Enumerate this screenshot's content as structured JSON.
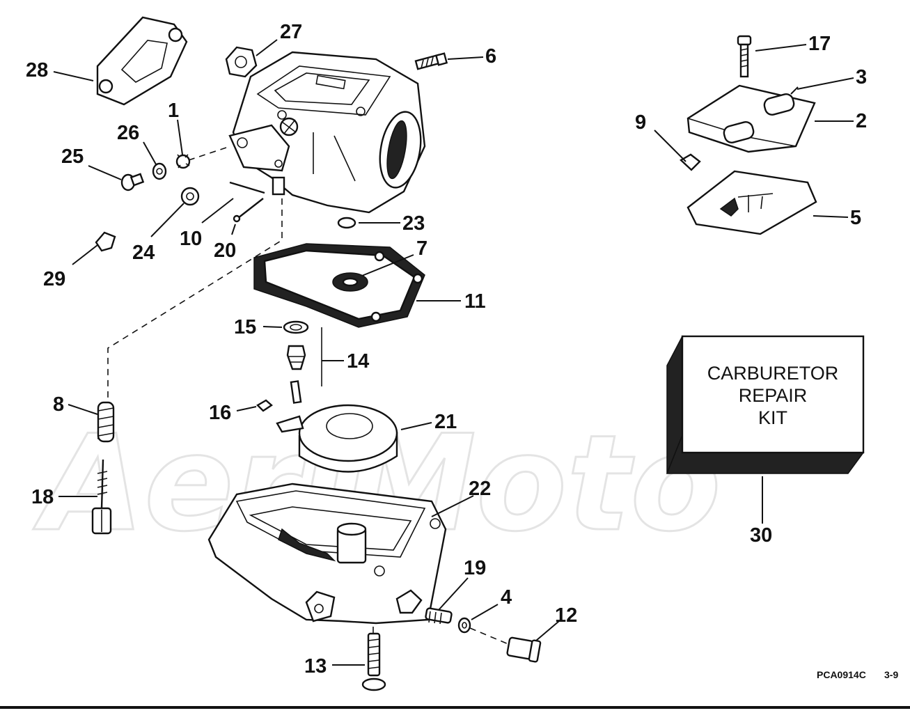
{
  "diagram": {
    "callouts": [
      {
        "id": "c1",
        "label": "1"
      },
      {
        "id": "c2",
        "label": "2"
      },
      {
        "id": "c3",
        "label": "3"
      },
      {
        "id": "c4",
        "label": "4"
      },
      {
        "id": "c5",
        "label": "5"
      },
      {
        "id": "c6",
        "label": "6"
      },
      {
        "id": "c7",
        "label": "7"
      },
      {
        "id": "c8",
        "label": "8"
      },
      {
        "id": "c9",
        "label": "9"
      },
      {
        "id": "c10",
        "label": "10"
      },
      {
        "id": "c11",
        "label": "11"
      },
      {
        "id": "c12",
        "label": "12"
      },
      {
        "id": "c13",
        "label": "13"
      },
      {
        "id": "c14",
        "label": "14"
      },
      {
        "id": "c15",
        "label": "15"
      },
      {
        "id": "c16",
        "label": "16"
      },
      {
        "id": "c17",
        "label": "17"
      },
      {
        "id": "c18",
        "label": "18"
      },
      {
        "id": "c19",
        "label": "19"
      },
      {
        "id": "c20",
        "label": "20"
      },
      {
        "id": "c21",
        "label": "21"
      },
      {
        "id": "c22",
        "label": "22"
      },
      {
        "id": "c23",
        "label": "23"
      },
      {
        "id": "c24",
        "label": "24"
      },
      {
        "id": "c25",
        "label": "25"
      },
      {
        "id": "c26",
        "label": "26"
      },
      {
        "id": "c27",
        "label": "27"
      },
      {
        "id": "c28",
        "label": "28"
      },
      {
        "id": "c29",
        "label": "29"
      },
      {
        "id": "c30",
        "label": "30"
      }
    ],
    "kit_box": {
      "line1": "CARBURETOR",
      "line2": "REPAIR",
      "line3": "KIT"
    },
    "footer": {
      "drawing_code": "PCA0914C",
      "page_ref": "3-9"
    },
    "watermark": "AeriMoto"
  }
}
